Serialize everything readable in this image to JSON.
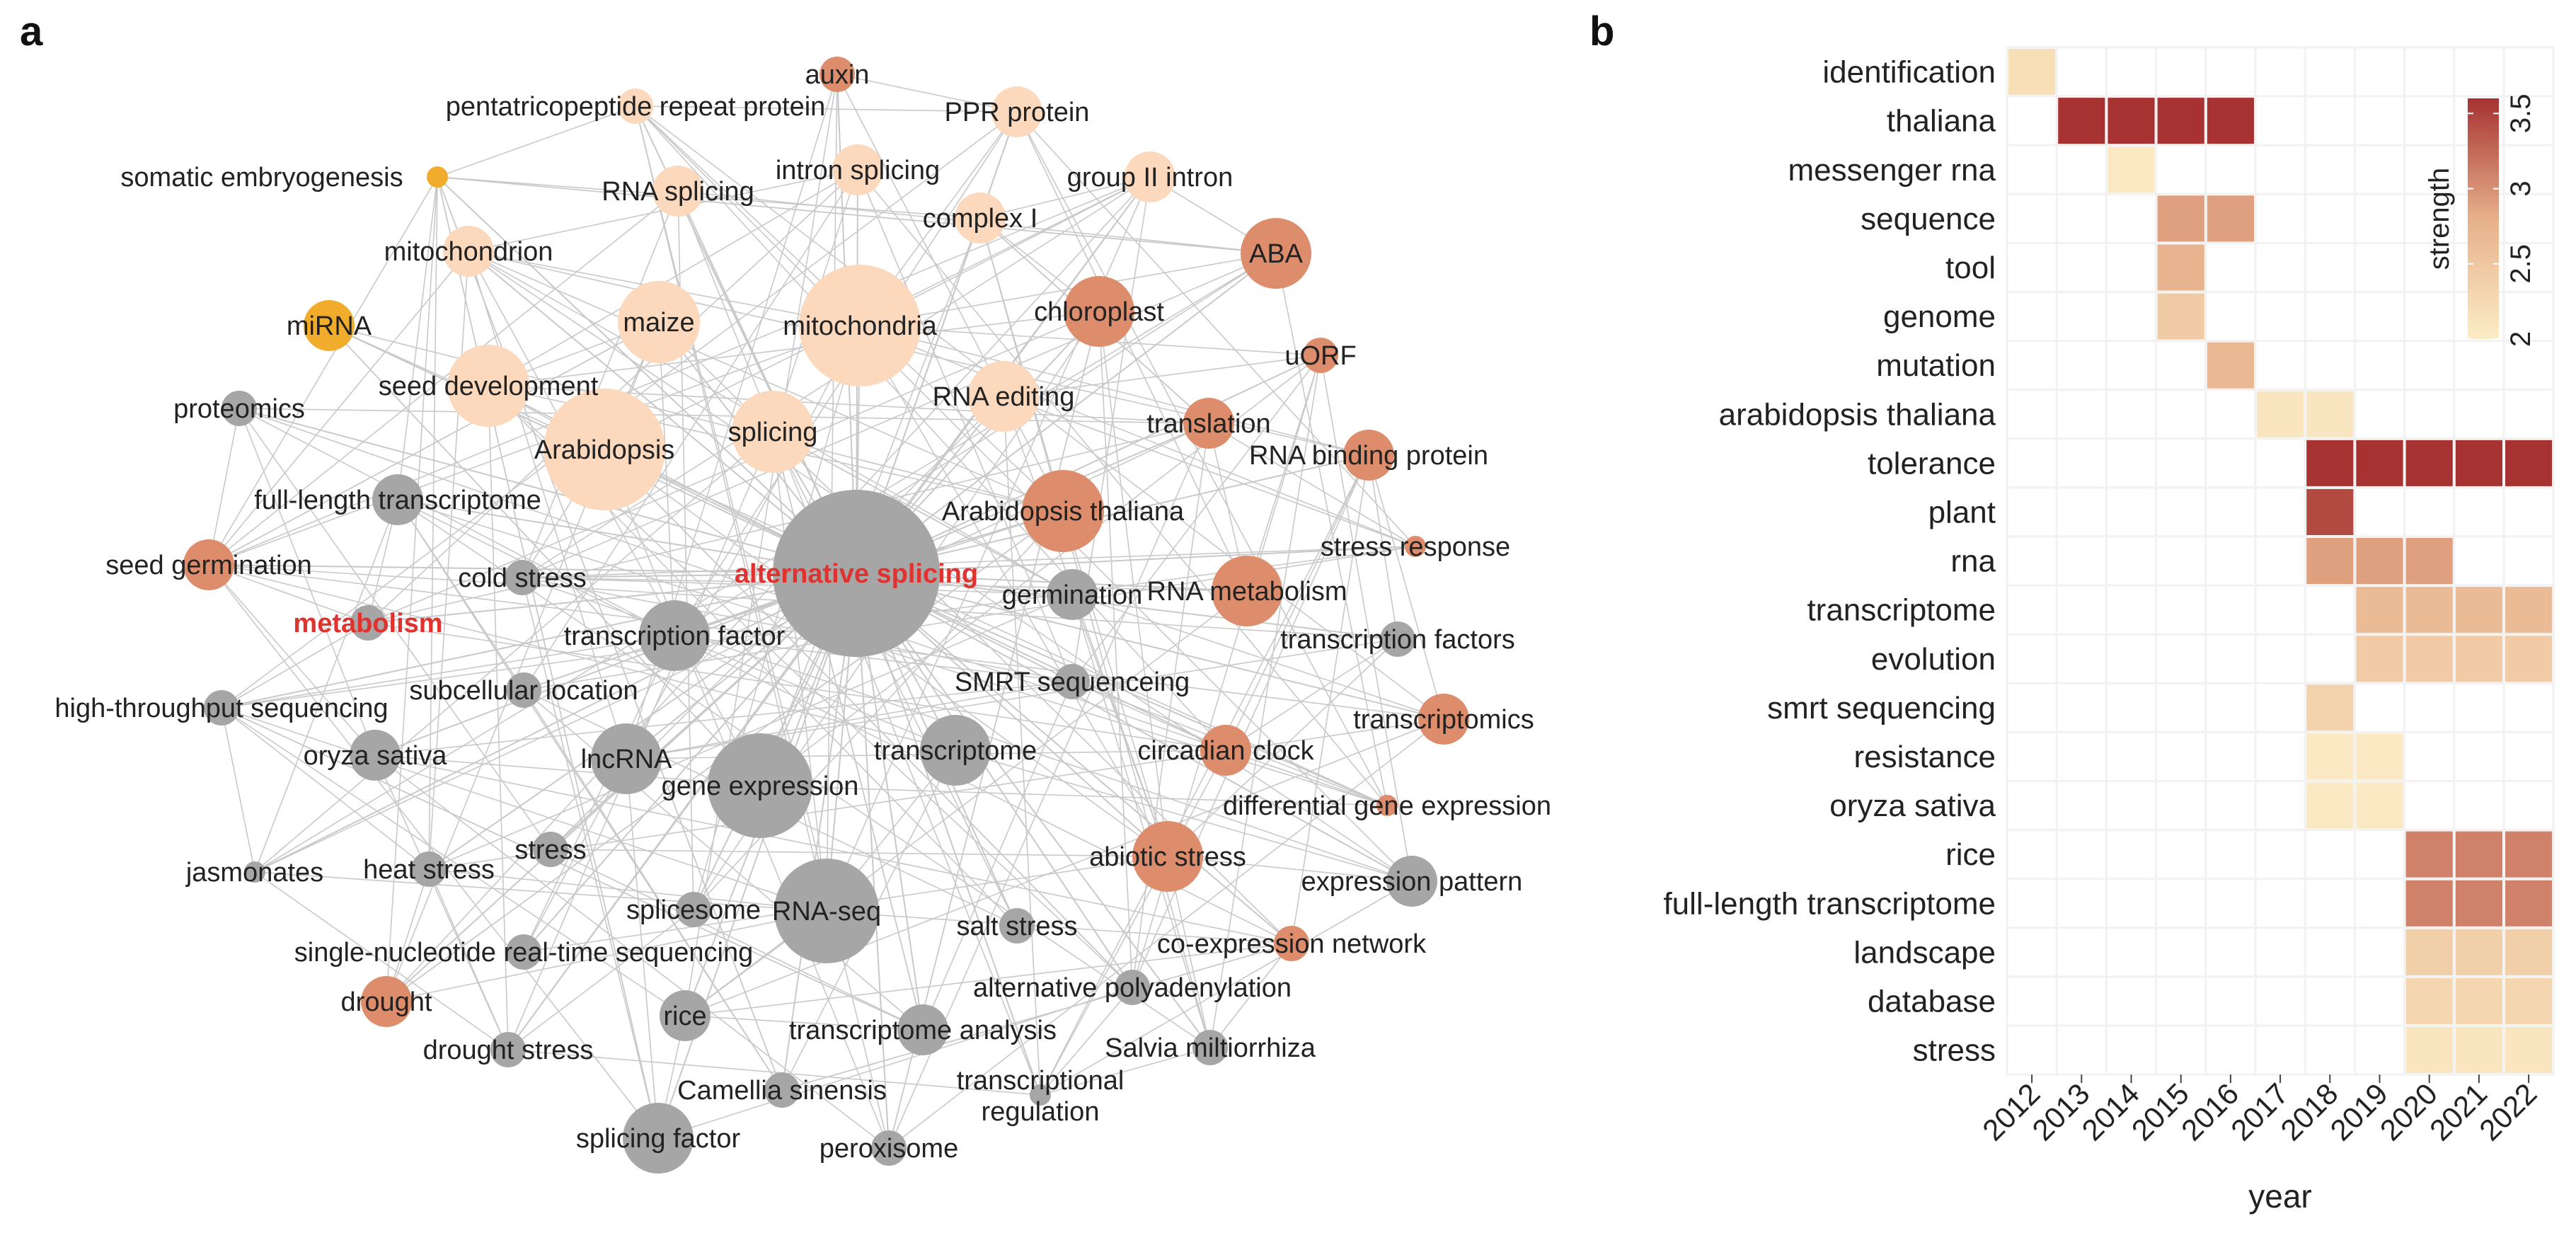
{
  "panels": {
    "a": "a",
    "b": "b"
  },
  "palette": {
    "low": "#fbedc6",
    "mid": "#e7b08b",
    "high": "#a63231",
    "gray": "#a6a6a6",
    "orange": "#f2ac2c",
    "edge": "#c9c9c9",
    "grid": "#f2f2f2",
    "highlight": "#e0322f"
  },
  "chart_data": [
    {
      "type": "network",
      "highlighted": [
        "alternative splicing",
        "metabolism"
      ],
      "nodes": [
        {
          "label": "alternative splicing",
          "group": "gray",
          "size": 9
        },
        {
          "label": "metabolism",
          "group": "gray",
          "size": 2
        },
        {
          "label": "auxin",
          "group": "salmon",
          "size": 2
        },
        {
          "label": "pentatricopeptide repeat protein",
          "group": "peach",
          "size": 2
        },
        {
          "label": "PPR protein",
          "group": "peach",
          "size": 3
        },
        {
          "label": "somatic embryogenesis",
          "group": "orange",
          "size": 1
        },
        {
          "label": "RNA splicing",
          "group": "peach",
          "size": 3
        },
        {
          "label": "intron splicing",
          "group": "peach",
          "size": 3
        },
        {
          "label": "group II intron",
          "group": "peach",
          "size": 3
        },
        {
          "label": "complex I",
          "group": "peach",
          "size": 3
        },
        {
          "label": "mitochondrion",
          "group": "peach",
          "size": 3
        },
        {
          "label": "ABA",
          "group": "salmon",
          "size": 4
        },
        {
          "label": "miRNA",
          "group": "orange",
          "size": 3
        },
        {
          "label": "maize",
          "group": "peach",
          "size": 5
        },
        {
          "label": "mitochondria",
          "group": "peach",
          "size": 7
        },
        {
          "label": "chloroplast",
          "group": "salmon",
          "size": 4
        },
        {
          "label": "uORF",
          "group": "salmon",
          "size": 2
        },
        {
          "label": "seed development",
          "group": "peach",
          "size": 5
        },
        {
          "label": "RNA editing",
          "group": "peach",
          "size": 4
        },
        {
          "label": "proteomics",
          "group": "gray",
          "size": 2
        },
        {
          "label": "Arabidopsis",
          "group": "peach",
          "size": 7
        },
        {
          "label": "splicing",
          "group": "peach",
          "size": 5
        },
        {
          "label": "translation",
          "group": "salmon",
          "size": 3
        },
        {
          "label": "RNA binding protein",
          "group": "salmon",
          "size": 3
        },
        {
          "label": "full-length transcriptome",
          "group": "gray",
          "size": 3
        },
        {
          "label": "Arabidopsis thaliana",
          "group": "salmon",
          "size": 5
        },
        {
          "label": "stress response",
          "group": "salmon",
          "size": 1
        },
        {
          "label": "seed germination",
          "group": "salmon",
          "size": 3
        },
        {
          "label": "cold stress",
          "group": "gray",
          "size": 2
        },
        {
          "label": "germination",
          "group": "gray",
          "size": 3
        },
        {
          "label": "RNA metabolism",
          "group": "salmon",
          "size": 4
        },
        {
          "label": "transcription factor",
          "group": "gray",
          "size": 4
        },
        {
          "label": "transcription factors",
          "group": "gray",
          "size": 2
        },
        {
          "label": "subcellular location",
          "group": "gray",
          "size": 2
        },
        {
          "label": "SMRT sequenceing",
          "group": "gray",
          "size": 2
        },
        {
          "label": "high-throughput sequencing",
          "group": "gray",
          "size": 2
        },
        {
          "label": "oryza sativa",
          "group": "gray",
          "size": 3
        },
        {
          "label": "lncRNA",
          "group": "gray",
          "size": 4
        },
        {
          "label": "transcriptome",
          "group": "gray",
          "size": 4
        },
        {
          "label": "transcriptomics",
          "group": "salmon",
          "size": 3
        },
        {
          "label": "gene expression",
          "group": "gray",
          "size": 6
        },
        {
          "label": "circadian clock",
          "group": "salmon",
          "size": 3
        },
        {
          "label": "differential gene expression",
          "group": "salmon",
          "size": 1
        },
        {
          "label": "stress",
          "group": "gray",
          "size": 2
        },
        {
          "label": "jasmonates",
          "group": "gray",
          "size": 1
        },
        {
          "label": "heat stress",
          "group": "gray",
          "size": 2
        },
        {
          "label": "abiotic stress",
          "group": "salmon",
          "size": 4
        },
        {
          "label": "expression pattern",
          "group": "gray",
          "size": 3
        },
        {
          "label": "splicesome",
          "group": "gray",
          "size": 2
        },
        {
          "label": "RNA-seq",
          "group": "gray",
          "size": 6
        },
        {
          "label": "salt stress",
          "group": "gray",
          "size": 2
        },
        {
          "label": "single-nucleotide real-time sequencing",
          "group": "gray",
          "size": 2
        },
        {
          "label": "co-expression network",
          "group": "salmon",
          "size": 2
        },
        {
          "label": "drought",
          "group": "salmon",
          "size": 3
        },
        {
          "label": "alternative polyadenylation",
          "group": "gray",
          "size": 2
        },
        {
          "label": "rice",
          "group": "gray",
          "size": 3
        },
        {
          "label": "drought stress",
          "group": "gray",
          "size": 2
        },
        {
          "label": "transcriptome analysis",
          "group": "gray",
          "size": 3
        },
        {
          "label": "Salvia miltiorrhiza",
          "group": "gray",
          "size": 2
        },
        {
          "label": "Camellia sinensis",
          "group": "gray",
          "size": 2
        },
        {
          "label": "transcriptional regulation",
          "group": "gray",
          "size": 1
        },
        {
          "label": "splicing factor",
          "group": "gray",
          "size": 4
        },
        {
          "label": "peroxisome",
          "group": "gray",
          "size": 2
        }
      ]
    },
    {
      "type": "heatmap",
      "xlabel": "year",
      "x": [
        "2012",
        "2013",
        "2014",
        "2015",
        "2016",
        "2017",
        "2018",
        "2019",
        "2020",
        "2021",
        "2022"
      ],
      "legend": {
        "title": "strength",
        "range": [
          2,
          3.6
        ],
        "ticks": [
          "2",
          "2.5",
          "3",
          "3.5"
        ]
      },
      "rows": [
        {
          "label": "identification",
          "cells": [
            [
              2012,
              2.2
            ]
          ]
        },
        {
          "label": "thaliana",
          "cells": [
            [
              2013,
              3.6
            ],
            [
              2014,
              3.6
            ],
            [
              2015,
              3.6
            ],
            [
              2016,
              3.6
            ]
          ]
        },
        {
          "label": "messenger rna",
          "cells": [
            [
              2014,
              2.05
            ]
          ]
        },
        {
          "label": "sequence",
          "cells": [
            [
              2015,
              2.9
            ],
            [
              2016,
              2.9
            ]
          ]
        },
        {
          "label": "tool",
          "cells": [
            [
              2015,
              2.75
            ]
          ]
        },
        {
          "label": "genome",
          "cells": [
            [
              2015,
              2.45
            ]
          ]
        },
        {
          "label": "mutation",
          "cells": [
            [
              2016,
              2.7
            ]
          ]
        },
        {
          "label": "arabidopsis thaliana",
          "cells": [
            [
              2017,
              2.1
            ],
            [
              2018,
              2.1
            ]
          ]
        },
        {
          "label": "tolerance",
          "cells": [
            [
              2018,
              3.6
            ],
            [
              2019,
              3.6
            ],
            [
              2020,
              3.6
            ],
            [
              2021,
              3.6
            ],
            [
              2022,
              3.6
            ]
          ]
        },
        {
          "label": "plant",
          "cells": [
            [
              2018,
              3.45
            ]
          ]
        },
        {
          "label": "rna",
          "cells": [
            [
              2018,
              2.9
            ],
            [
              2019,
              2.9
            ],
            [
              2020,
              2.9
            ]
          ]
        },
        {
          "label": "transcriptome",
          "cells": [
            [
              2019,
              2.65
            ],
            [
              2020,
              2.65
            ],
            [
              2021,
              2.65
            ],
            [
              2022,
              2.65
            ]
          ]
        },
        {
          "label": "evolution",
          "cells": [
            [
              2019,
              2.45
            ],
            [
              2020,
              2.45
            ],
            [
              2021,
              2.45
            ],
            [
              2022,
              2.45
            ]
          ]
        },
        {
          "label": "smrt sequencing",
          "cells": [
            [
              2018,
              2.35
            ]
          ]
        },
        {
          "label": "resistance",
          "cells": [
            [
              2018,
              2.05
            ],
            [
              2019,
              2.05
            ]
          ]
        },
        {
          "label": "oryza sativa",
          "cells": [
            [
              2018,
              2.05
            ],
            [
              2019,
              2.05
            ]
          ]
        },
        {
          "label": "rice",
          "cells": [
            [
              2020,
              3.1
            ],
            [
              2021,
              3.1
            ],
            [
              2022,
              3.1
            ]
          ]
        },
        {
          "label": "full-length transcriptome",
          "cells": [
            [
              2020,
              3.1
            ],
            [
              2021,
              3.1
            ],
            [
              2022,
              3.1
            ]
          ]
        },
        {
          "label": "landscape",
          "cells": [
            [
              2020,
              2.4
            ],
            [
              2021,
              2.4
            ],
            [
              2022,
              2.4
            ]
          ]
        },
        {
          "label": "database",
          "cells": [
            [
              2020,
              2.3
            ],
            [
              2021,
              2.3
            ],
            [
              2022,
              2.3
            ]
          ]
        },
        {
          "label": "stress",
          "cells": [
            [
              2020,
              2.1
            ],
            [
              2021,
              2.1
            ],
            [
              2022,
              2.1
            ]
          ]
        }
      ]
    }
  ]
}
